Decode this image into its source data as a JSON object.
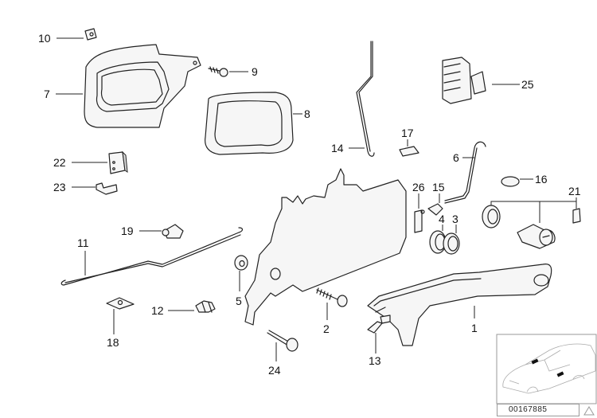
{
  "diagram": {
    "title": "Door handle and lock parts exploded view",
    "reference_number": "00167885",
    "callouts": [
      {
        "id": "10",
        "label": "10",
        "part": "clip"
      },
      {
        "id": "7",
        "label": "7",
        "part": "inner door handle"
      },
      {
        "id": "9",
        "label": "9",
        "part": "screw"
      },
      {
        "id": "8",
        "label": "8",
        "part": "handle bezel"
      },
      {
        "id": "22",
        "label": "22",
        "part": "bracket"
      },
      {
        "id": "23",
        "label": "23",
        "part": "clip"
      },
      {
        "id": "19",
        "label": "19",
        "part": "clip"
      },
      {
        "id": "11",
        "label": "11",
        "part": "operating rod"
      },
      {
        "id": "18",
        "label": "18",
        "part": "speed nut"
      },
      {
        "id": "12",
        "label": "12",
        "part": "rod clip"
      },
      {
        "id": "5",
        "label": "5",
        "part": "grommet"
      },
      {
        "id": "14",
        "label": "14",
        "part": "lock rod"
      },
      {
        "id": "17",
        "label": "17",
        "part": "clip"
      },
      {
        "id": "6",
        "label": "6",
        "part": "rod"
      },
      {
        "id": "26",
        "label": "26",
        "part": "bracket"
      },
      {
        "id": "15",
        "label": "15",
        "part": "bushing"
      },
      {
        "id": "4",
        "label": "4",
        "part": "ring"
      },
      {
        "id": "3",
        "label": "3",
        "part": "ring"
      },
      {
        "id": "16",
        "label": "16",
        "part": "cap"
      },
      {
        "id": "21",
        "label": "21",
        "part": "lock cylinder set"
      },
      {
        "id": "25",
        "label": "25",
        "part": "lock mechanism"
      },
      {
        "id": "2",
        "label": "2",
        "part": "screw"
      },
      {
        "id": "24",
        "label": "24",
        "part": "pin"
      },
      {
        "id": "13",
        "label": "13",
        "part": "lever"
      },
      {
        "id": "1",
        "label": "1",
        "part": "outer door handle"
      }
    ]
  },
  "inset": {
    "description": "car locator thumbnail",
    "warning_icon": "warning-triangle-icon"
  }
}
